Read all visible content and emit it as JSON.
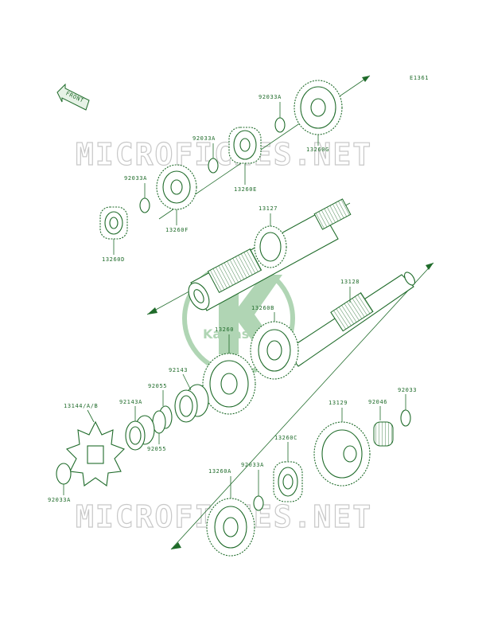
{
  "diagram_code": "E1361",
  "front_label": "FRONT",
  "watermark": "MICROFICHES.NET",
  "logo_text": "Kawasaki",
  "colors": {
    "ink": "#1f6b2a",
    "watermark": "#c8c8c8"
  },
  "parts": {
    "p92033A_1": "92033A",
    "p13260G": "13260G",
    "p92033A_2": "92033A",
    "p13260E": "13260E",
    "p92033A_3": "92033A",
    "p13260F": "13260F",
    "p13260D": "13260D",
    "p13127": "13127",
    "p13128": "13128",
    "p13260B": "13260B",
    "p13260": "13260",
    "p92143": "92143",
    "p92055_1": "92055",
    "p92143A": "92143A",
    "p13144": "13144/A/B",
    "p92055_2": "92055",
    "p13129": "13129",
    "p92046": "92046",
    "p92033": "92033",
    "p13260C": "13260C",
    "p92033A_4": "92033A",
    "p13260A": "13260A",
    "p92033A_5": "92033A"
  }
}
